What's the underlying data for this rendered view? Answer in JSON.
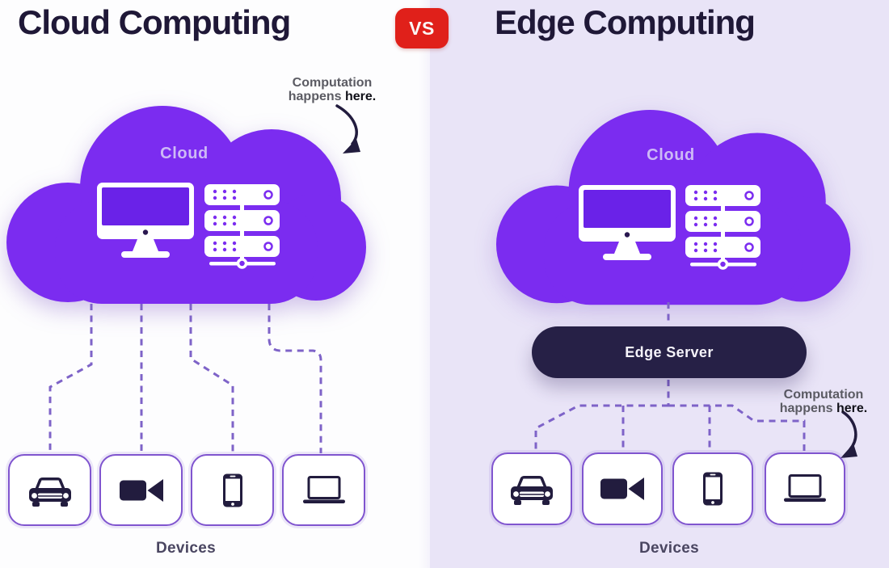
{
  "header": {
    "left_title": {
      "emphasis": "Cloud",
      "rest": " Computing"
    },
    "vs_label": "VS",
    "right_title": {
      "emphasis": "Edge",
      "rest": " Computing"
    }
  },
  "cloud_panel": {
    "annotation": {
      "line1": "Computation",
      "line2_prefix": "happens ",
      "line2_emphasis": "here."
    },
    "cloud_label": "Cloud",
    "cloud_icons": [
      "desktop-computer",
      "server-rack"
    ],
    "device_icons": [
      "car",
      "video-camera",
      "smartphone",
      "laptop"
    ],
    "devices_label": "Devices"
  },
  "edge_panel": {
    "cloud_label": "Cloud",
    "cloud_icons": [
      "desktop-computer",
      "server-rack"
    ],
    "edge_server_label": "Edge Server",
    "annotation": {
      "line1": "Computation",
      "line2_prefix": "happens ",
      "line2_emphasis": "here."
    },
    "device_icons": [
      "car",
      "video-camera",
      "smartphone",
      "laptop"
    ],
    "devices_label": "Devices"
  },
  "colors": {
    "cloud_purple": "#7b2cf0",
    "monitor_screen_purple": "#6a22e8",
    "panel_left_bg": "#fdfdfe",
    "panel_right_bg": "#e9e4f7",
    "edge_server_bg": "#262046",
    "vs_red": "#e0201a",
    "connector_purple": "#7e63c8",
    "device_border_purple": "#8055cf",
    "icon_dark_navy": "#221c3e",
    "title_dark": "#1f1837",
    "cloud_label_text": "#cdb9f6"
  }
}
